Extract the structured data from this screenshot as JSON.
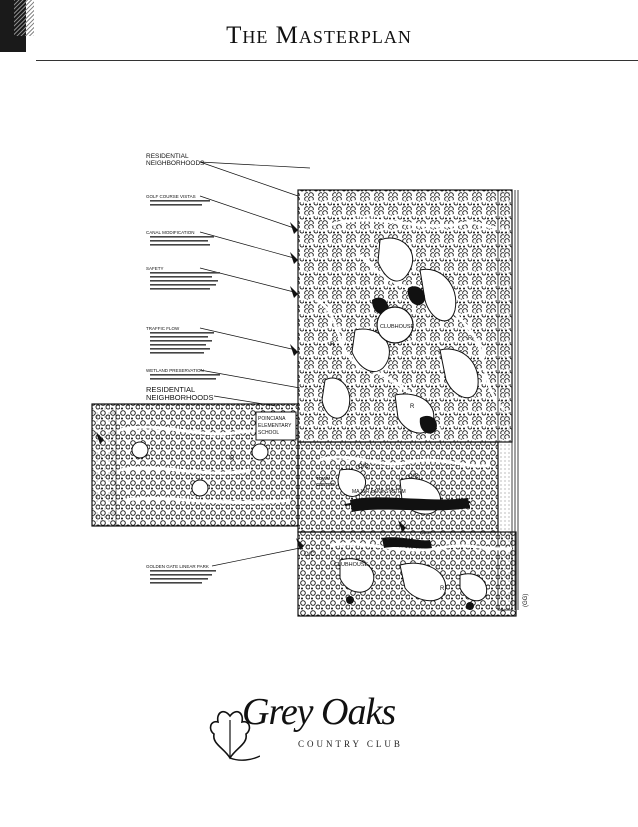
{
  "header": {
    "title": "The Masterplan"
  },
  "callouts": {
    "residential_top": [
      "RESIDENTIAL",
      "NEIGHBORHOODS"
    ],
    "golf_vistas": "GOLF COURSE VISTAS",
    "canal": "CANAL MODIFICATION",
    "safety": "SAFETY",
    "traffic": "TRAFFIC FLOW",
    "wetland": "WETLAND PRESERVATION",
    "residential_mid": [
      "RESIDENTIAL",
      "NEIGHBORHOODS"
    ],
    "school": [
      "POINCIANA",
      "ELEMENTARY",
      "SCHOOL"
    ],
    "golden_gate": "GOLDEN GATE LINEAR PARK"
  },
  "map_labels": {
    "clubhouse_north": "CLUBHOUSE",
    "clubhouse_south": "CLUBHOUSE",
    "town_center": [
      "TOWN",
      "CENTER"
    ],
    "major_lake": "MAJOR LAKE SYSTEM",
    "lake": "LAKE",
    "r": "R",
    "oc": "O/C",
    "route": "(GG)"
  },
  "logo": {
    "name": "Grey Oaks",
    "sub": "COUNTRY CLUB"
  }
}
